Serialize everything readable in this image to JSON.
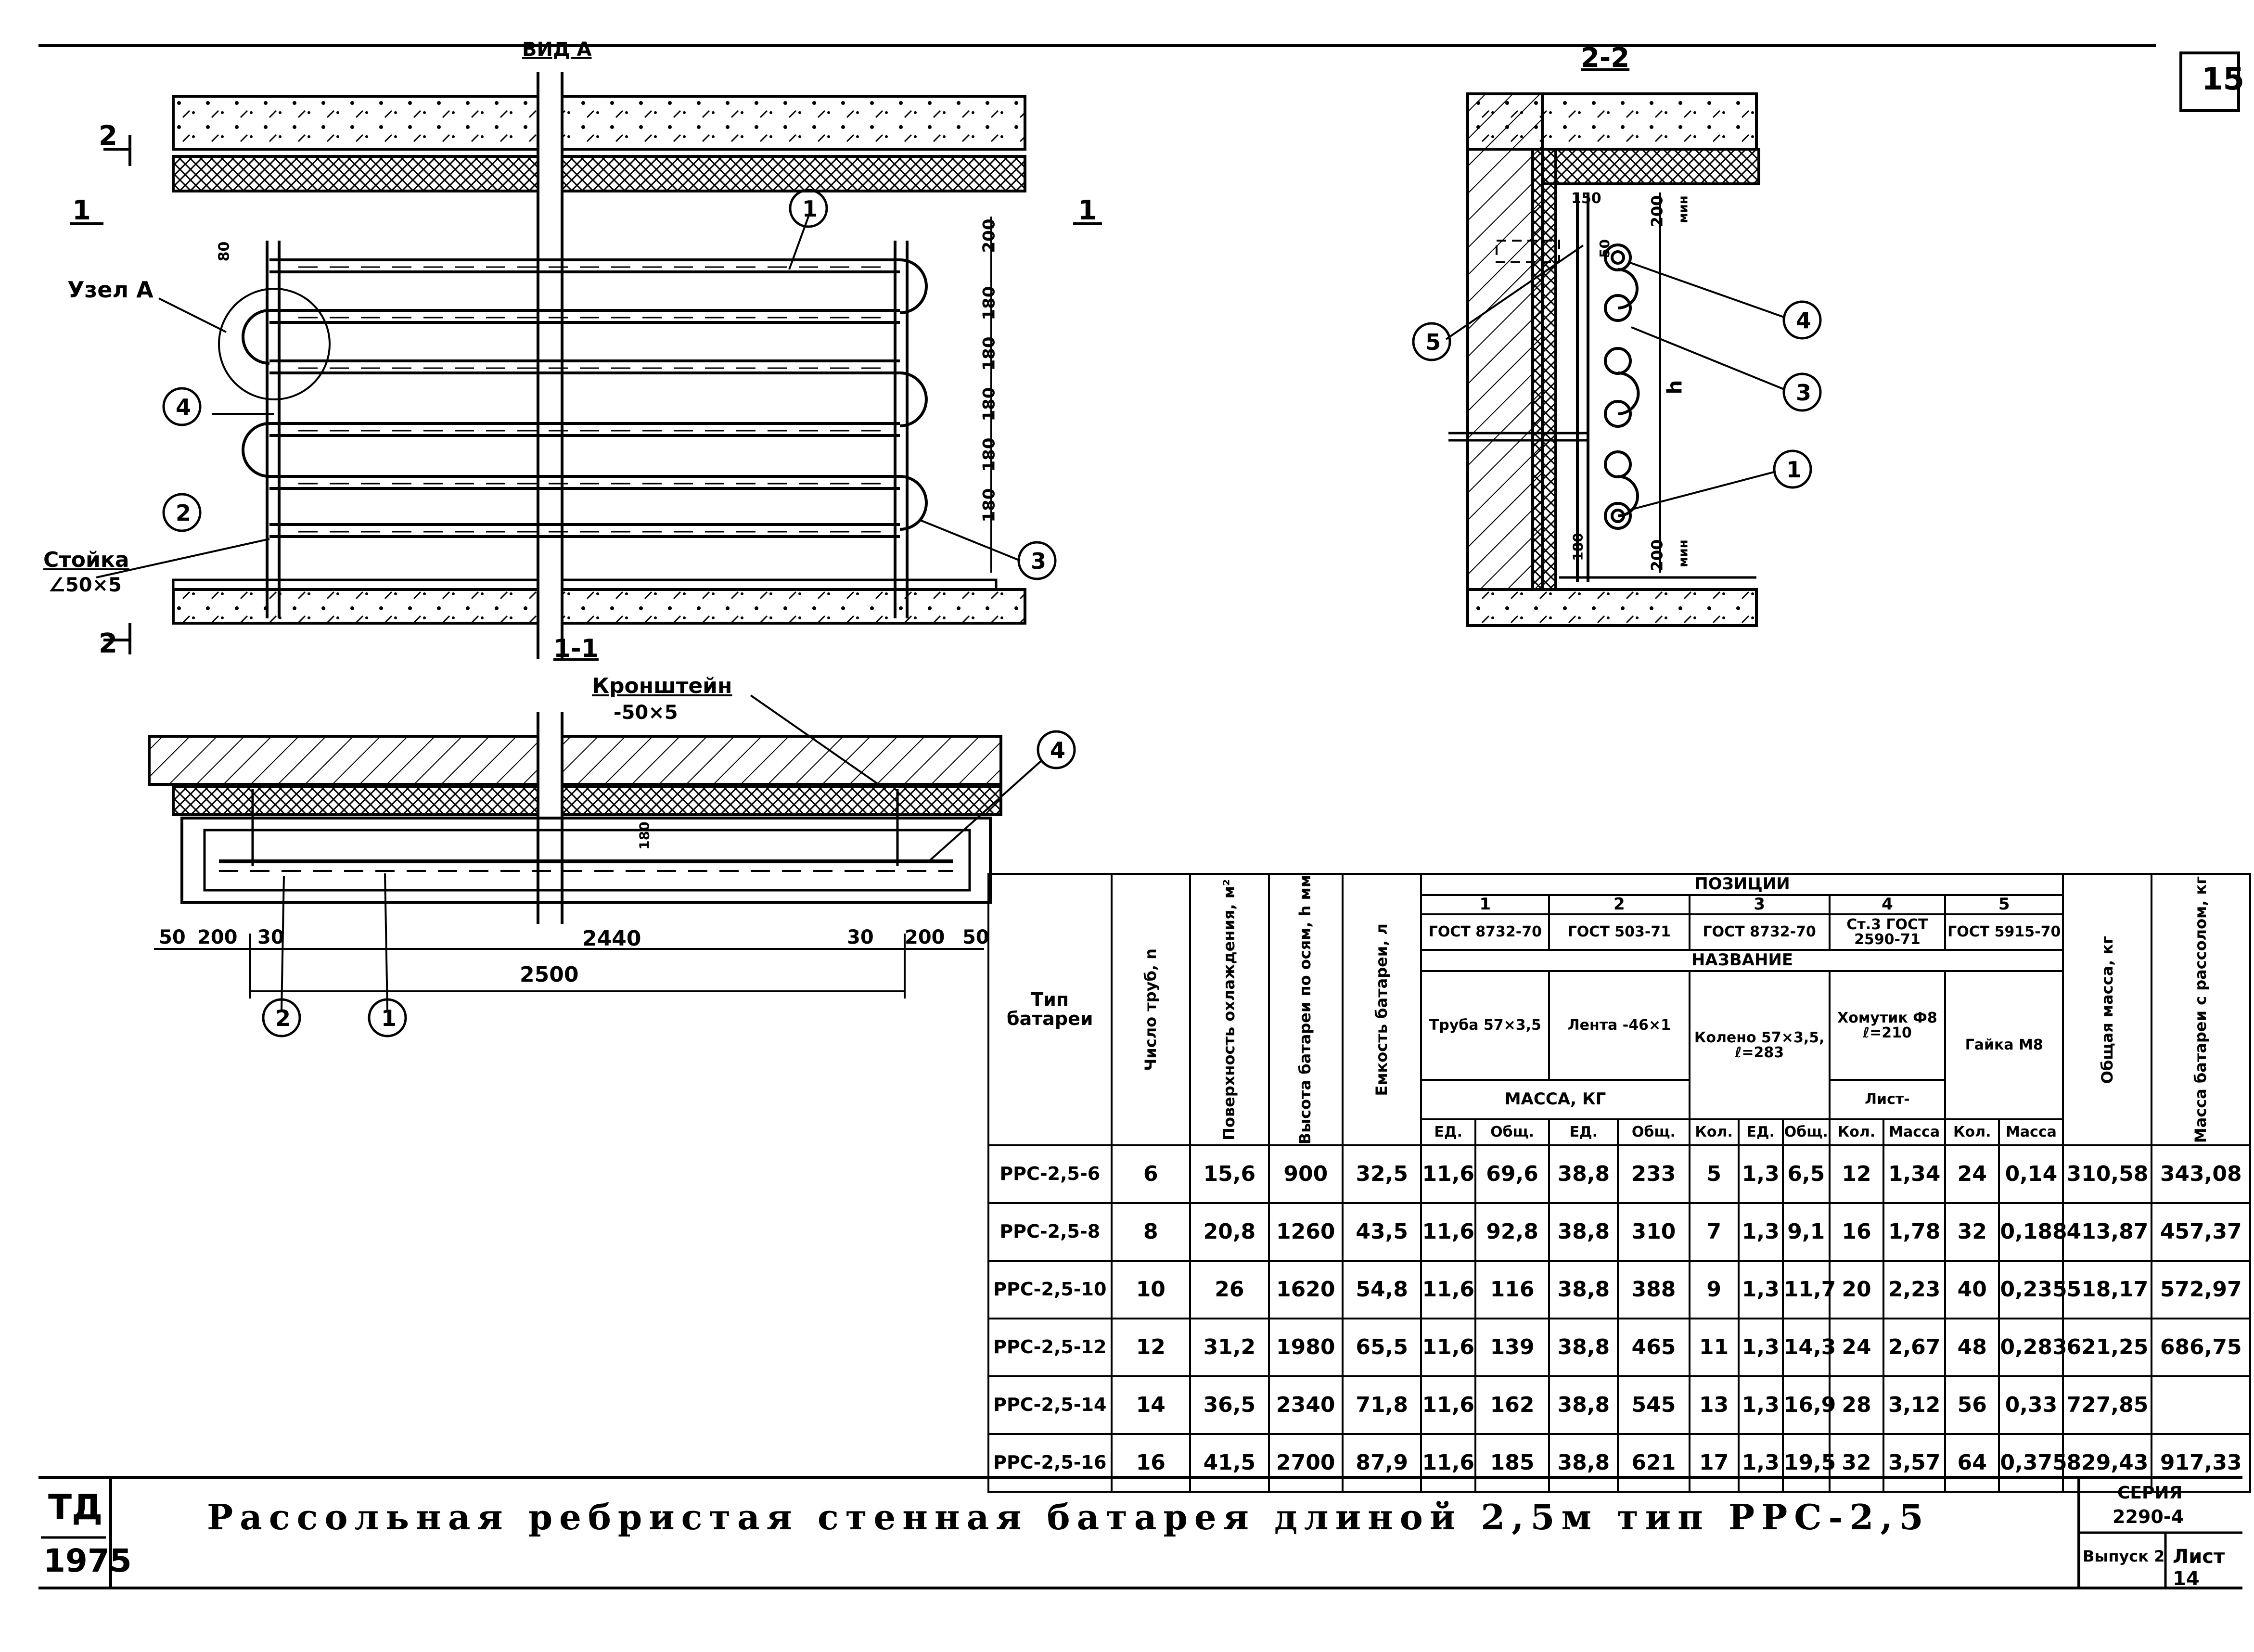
{
  "sheet_number": "15",
  "views": {
    "view_a": "ВИД А",
    "section_2_2": "2-2",
    "section_1_1": "1-1",
    "cut_2_top": "2",
    "cut_2_bottom": "2",
    "cut_1_left": "1",
    "cut_1_right": "1"
  },
  "callouts": {
    "node_a": "Узел А",
    "post": "Стойка",
    "post_size": "∠50×5",
    "bracket": "Кронштейн",
    "bracket_size": "-50×5"
  },
  "markers": [
    "1",
    "2",
    "3",
    "4",
    "5"
  ],
  "dimensions": {
    "front_top": "200",
    "pitch": "180",
    "offset_80": "80",
    "plan_50_left": "50",
    "plan_200_left": "200",
    "plan_30_left": "30",
    "plan_2440": "2440",
    "plan_30_right": "30",
    "plan_200_right": "200",
    "plan_50_right": "50",
    "plan_2500": "2500",
    "plan_180": "180",
    "sec_150": "150",
    "sec_200_top": "200",
    "sec_mm": "мин",
    "sec_50": "50",
    "sec_h": "h",
    "sec_180": "180",
    "sec_200_bottom": "200"
  },
  "table": {
    "headers": {
      "type": "Тип батареи",
      "pipes": "Число труб, n",
      "surface": "Поверхность охлаждения, м²",
      "height": "Высота батареи по осям, h мм",
      "capacity": "Емкость батареи, л",
      "positions": "ПОЗИЦИИ",
      "names": "НАЗВАНИЕ",
      "total_mass": "Общая масса, кг",
      "brine_mass": "Масса батареи с рассолом, кг",
      "mass_kg": "МАССА, КГ",
      "mass_kg_short": "Масса,кг",
      "unit": "ЕД.",
      "total": "Общ.",
      "qty": "Кол.",
      "mass": "Масса",
      "mass_kg_unit": "кг",
      "sheet": "Лист-"
    },
    "positions": [
      {
        "num": "1",
        "standard": "ГОСТ 8732-70",
        "name": "Труба 57×3,5"
      },
      {
        "num": "2",
        "standard": "ГОСТ 503-71",
        "name": "Лента -46×1"
      },
      {
        "num": "3",
        "standard": "ГОСТ 8732-70",
        "name": "Колено 57×3,5, ℓ=283"
      },
      {
        "num": "4",
        "standard": "Ст.3 ГОСТ 2590-71",
        "name": "Хомутик Ф8 ℓ=210"
      },
      {
        "num": "5",
        "standard": "ГОСТ 5915-70",
        "name": "Гайка М8"
      }
    ],
    "rows": [
      [
        "РРС-2,5-6",
        "6",
        "15,6",
        "900",
        "32,5",
        "11,6",
        "69,6",
        "38,8",
        "233",
        "5",
        "1,3",
        "6,5",
        "12",
        "1,34",
        "24",
        "0,14",
        "310,58",
        "343,08"
      ],
      [
        "РРС-2,5-8",
        "8",
        "20,8",
        "1260",
        "43,5",
        "11,6",
        "92,8",
        "38,8",
        "310",
        "7",
        "1,3",
        "9,1",
        "16",
        "1,78",
        "32",
        "0,188",
        "413,87",
        "457,37"
      ],
      [
        "РРС-2,5-10",
        "10",
        "26",
        "1620",
        "54,8",
        "11,6",
        "116",
        "38,8",
        "388",
        "9",
        "1,3",
        "11,7",
        "20",
        "2,23",
        "40",
        "0,235",
        "518,17",
        "572,97"
      ],
      [
        "РРС-2,5-12",
        "12",
        "31,2",
        "1980",
        "65,5",
        "11,6",
        "139",
        "38,8",
        "465",
        "11",
        "1,3",
        "14,3",
        "24",
        "2,67",
        "48",
        "0,283",
        "621,25",
        "686,75"
      ],
      [
        "РРС-2,5-14",
        "14",
        "36,5",
        "2340",
        "71,8",
        "11,6",
        "162",
        "38,8",
        "545",
        "13",
        "1,3",
        "16,9",
        "28",
        "3,12",
        "56",
        "0,33",
        "727,85",
        ""
      ],
      [
        "РРС-2,5-16",
        "16",
        "41,5",
        "2700",
        "87,9",
        "11,6",
        "185",
        "38,8",
        "621",
        "17",
        "1,3",
        "19,5",
        "32",
        "3,57",
        "64",
        "0,375",
        "829,43",
        "917,33"
      ]
    ]
  },
  "title_block": {
    "org": "ТД",
    "year": "1975",
    "title": "Рассольная ребристая стенная батарея длиной 2,5м тип РРС-2,5",
    "series_label": "СЕРИЯ",
    "series": "2290-4",
    "issue": "Выпуск 2",
    "sheet": "Лист 14"
  }
}
